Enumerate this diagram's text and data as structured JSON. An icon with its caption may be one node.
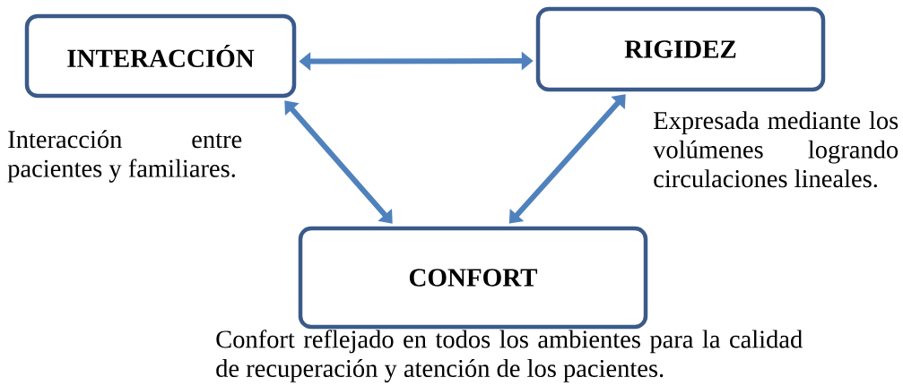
{
  "diagram": {
    "nodes": [
      {
        "text": [
          "INTERACCIÓN"
        ],
        "beside": [
          "Interacción entre pacientes y familiares."
        ]
      },
      {
        "text": [
          "RIGIDEZ"
        ],
        "beside": [
          "Expresada mediante los volúmenes logrando circulaciones lineales."
        ]
      },
      {
        "text": [
          "CONFORT"
        ],
        "beside": [
          "Confort reflejado en todos los ambientes para la calidad de recuperación y atención de los pacientes."
        ]
      }
    ],
    "edges": [
      {
        "from": 0,
        "to": 1,
        "arrow": "both"
      },
      {
        "from": 0,
        "to": 2,
        "arrow": "both"
      },
      {
        "from": 1,
        "to": 2,
        "arrow": "both"
      }
    ]
  }
}
